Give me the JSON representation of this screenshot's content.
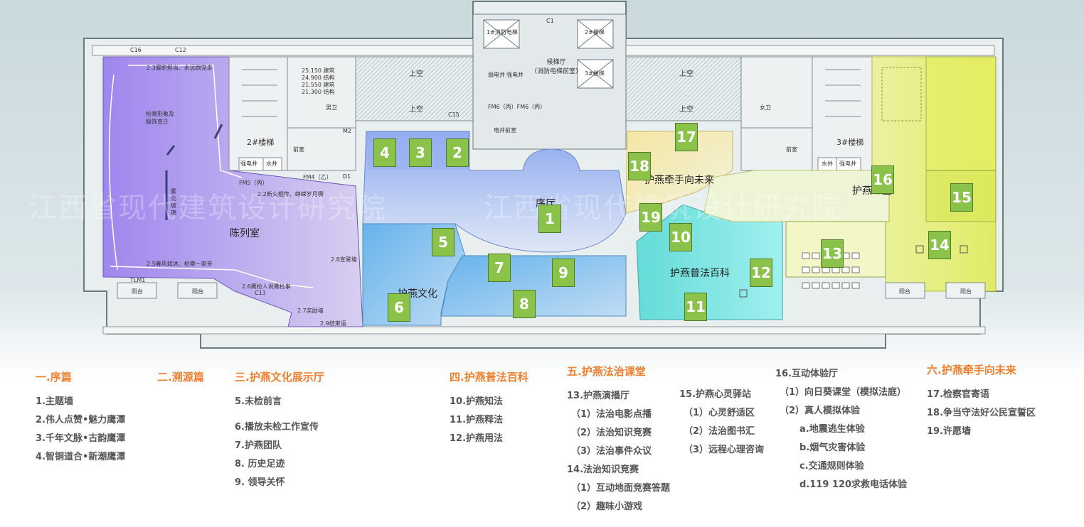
{
  "floorplan": {
    "rooms": {
      "exhibition": "陈列室",
      "lobby": "序厅",
      "culture": "护燕文化",
      "law_encyclopedia": "护燕普法百科",
      "future": "护燕牵手向未来",
      "classroom": "护燕课堂",
      "void_left": "上空",
      "void_right": "上空",
      "void_center_left": "上空",
      "void_center_right": "上空",
      "elevator_hall": "候梯厅\n（消防电梯前室）",
      "male_wc": "男卫",
      "female_wc": "女卫",
      "stair2": "2#楼梯",
      "stair3": "3#楼梯",
      "front_room_left": "前室",
      "front_room_right": "前室",
      "elec_room": "电井前室",
      "strong_shaft_l": "强电井",
      "water_shaft_l": "水井",
      "strong_shaft_r": "强电井",
      "water_shaft_r": "水井",
      "balcony_1": "阳台",
      "balcony_2": "阳台",
      "balcony_3": "阳台",
      "balcony_4": "阳台",
      "fire_stair1": "1#消防电梯",
      "stair_2a": "2#楼梯",
      "stair_3a": "3#楼梯",
      "weak_shaft": "弱电井",
      "strong_shaft_c": "强电井",
      "glass_wall": "雾化玻璃"
    },
    "small_labels": [
      "2.3履职担当、永远跟党走",
      "2.2新火相传、峥嵘岁月稠",
      "2.5春风如沐、检察一家亲",
      "2.6鹰检人说鹰检事",
      "2.7奖励墙",
      "2.8宣誓墙",
      "2.9结束语",
      "检察形象及服饰变迁",
      "FM4（乙）",
      "FM5（丙）",
      "FM6（丙）FM6（丙）",
      "C1",
      "C12",
      "C16",
      "C15",
      "C13",
      "M2",
      "D1",
      "TLM1",
      "25.150 建筑\n24.900 结构\n21.550 建筑\n21.300 结构"
    ],
    "badges": [
      "1",
      "2",
      "3",
      "4",
      "5",
      "6",
      "7",
      "8",
      "9",
      "10",
      "11",
      "12",
      "13",
      "14",
      "15",
      "16",
      "17",
      "18",
      "19"
    ]
  },
  "legend": [
    {
      "head": "一.序篇",
      "items": [
        "1.主题墙",
        "2.伟人点赞•魅力鹰潭",
        "3.千年文脉•古韵鹰潭",
        "4.智铜道合•新潮鹰潭"
      ]
    },
    {
      "head": "二.溯源篇",
      "items": []
    },
    {
      "head": "三.护燕文化展示厅",
      "items": [
        "5.未检前言",
        "6.播放未检工作宣传",
        "7.护燕团队",
        "8. 历史足迹",
        "9.  领导关怀"
      ]
    },
    {
      "head": "四.护燕普法百科",
      "items": [
        "10.护燕知法",
        "11.护燕释法",
        "12.护燕用法"
      ]
    },
    {
      "head": "五.护燕法治课堂",
      "items": [
        "13.护燕演播厅",
        "（1）法治电影点播",
        "（2）法治知识竞赛",
        "（3）法治事件众议",
        "14.法治知识竞赛",
        "（1）互动地面竞赛答题",
        "（2）趣味小游戏"
      ]
    },
    {
      "head": "",
      "items": [
        "15.护燕心灵驿站",
        "（1）心灵舒适区",
        "（2）法治图书汇",
        "（3）远程心理咨询"
      ]
    },
    {
      "head": "",
      "items": [
        "16.互动体验厅",
        "（1）向日葵课堂（模拟法庭）",
        "（2）真人模拟体验",
        "a.地震逃生体验",
        "b.烟气灾害体验",
        "c.交通规则体验",
        "d.119 120求救电话体验"
      ]
    },
    {
      "head": "六.护燕牵手向未来",
      "items": [
        "17.检察官寄语",
        "18.争当守法好公民宣誓区",
        "19.许愿墙"
      ]
    }
  ],
  "watermark": "江西省现代建筑设计研究院",
  "colors": {
    "exhibition": "#a98ff0",
    "culture": "#6fb7ea",
    "lobby": "#9fb6ee",
    "law": "#66d8de",
    "future": "#f3e09a",
    "classroom": "#e6ef7a",
    "badge": "#8bc34a",
    "heading": "#ef7f2e"
  }
}
